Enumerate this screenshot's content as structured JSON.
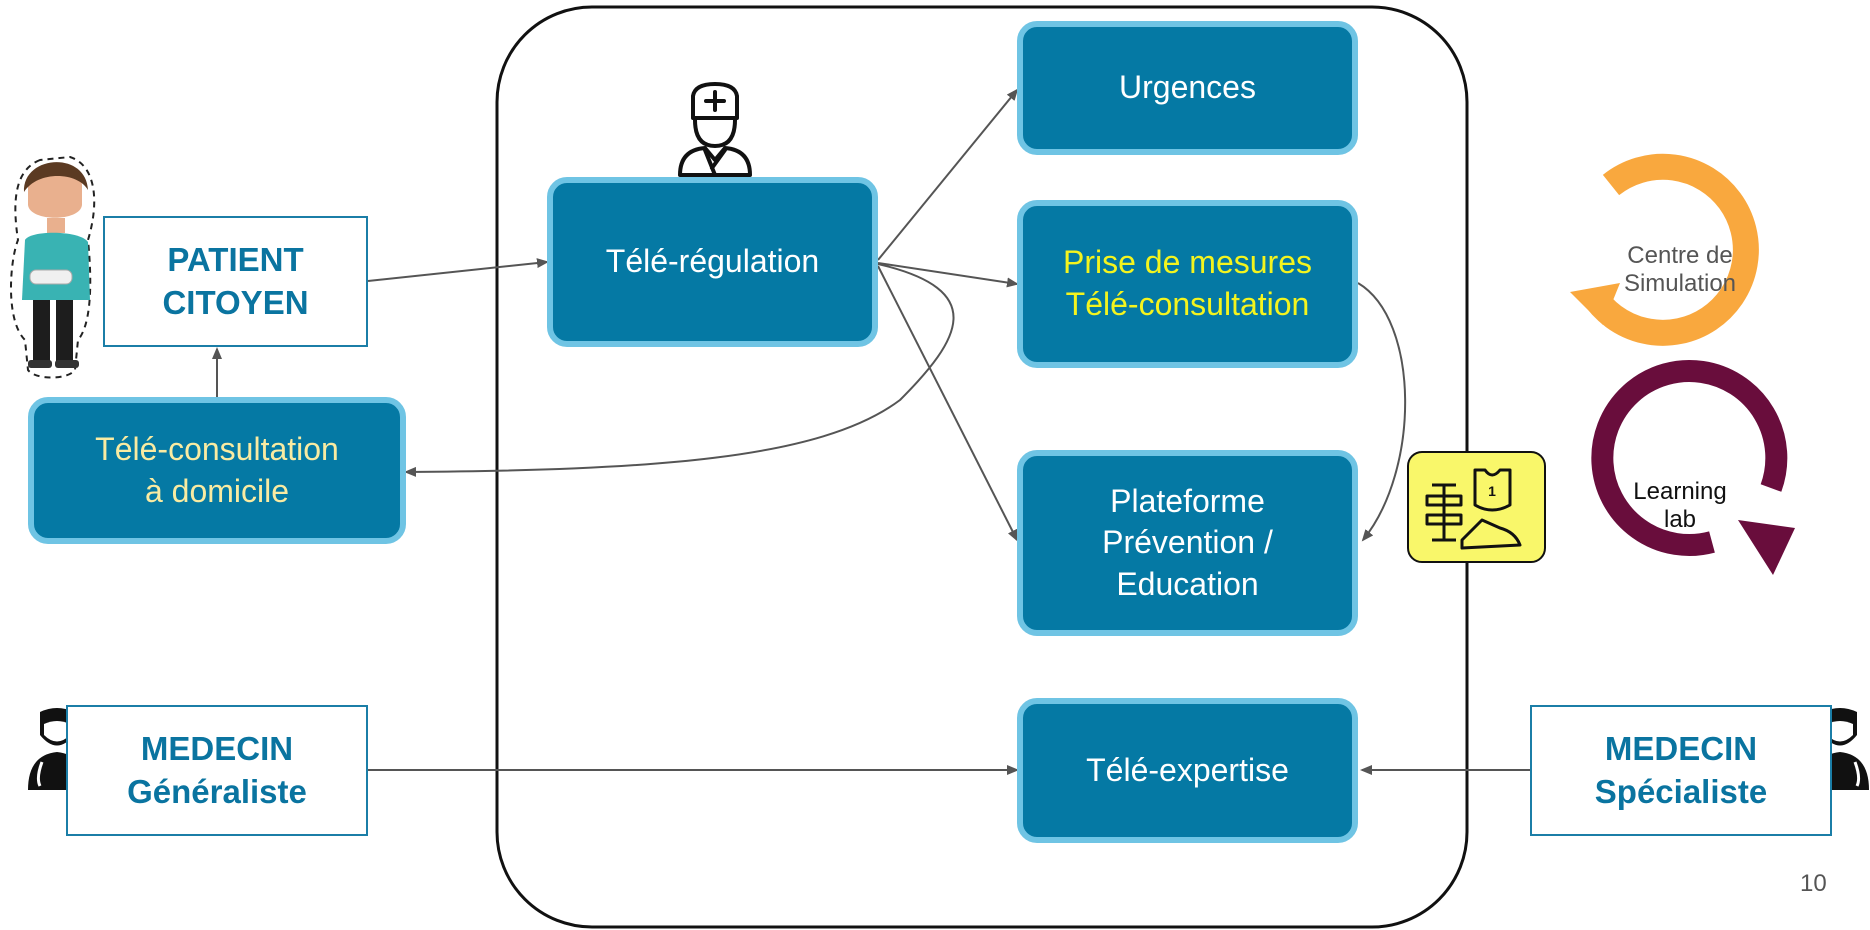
{
  "nodes": {
    "patient": {
      "line1": "PATIENT",
      "line2": "CITOYEN"
    },
    "teleconsult_domicile": {
      "line1": "Télé-consultation",
      "line2": "à domicile"
    },
    "teleregulation": {
      "label": "Télé-régulation"
    },
    "urgences": {
      "label": "Urgences"
    },
    "prise_mesures": {
      "line1": "Prise de mesures",
      "line2": "Télé-consultation"
    },
    "plateforme": {
      "line1": "Plateforme",
      "line2": "Prévention /",
      "line3": "Education"
    },
    "teleexpertise": {
      "label": "Télé-expertise"
    },
    "medecin_generaliste": {
      "line1": "MEDECIN",
      "line2": "Généraliste"
    },
    "medecin_specialiste": {
      "line1": "MEDECIN",
      "line2": "Spécialiste"
    }
  },
  "rings": {
    "simulation": {
      "line1": "Centre de",
      "line2": "Simulation",
      "color": "#f9a83e"
    },
    "learning": {
      "line1": "Learning",
      "line2": "lab",
      "color": "#690d3c"
    }
  },
  "colors": {
    "box_fill": "#0579a4",
    "box_border": "#6fc4e4",
    "outline_text": "#0a74a0",
    "highlight_text": "#f4f41e",
    "cream_text": "#f9eba2",
    "sport_badge": "#f9f76a"
  },
  "icons": [
    "patient-figure-icon",
    "nurse-icon",
    "doctor-icon",
    "sport-equipment-icon"
  ],
  "page_number": "10"
}
